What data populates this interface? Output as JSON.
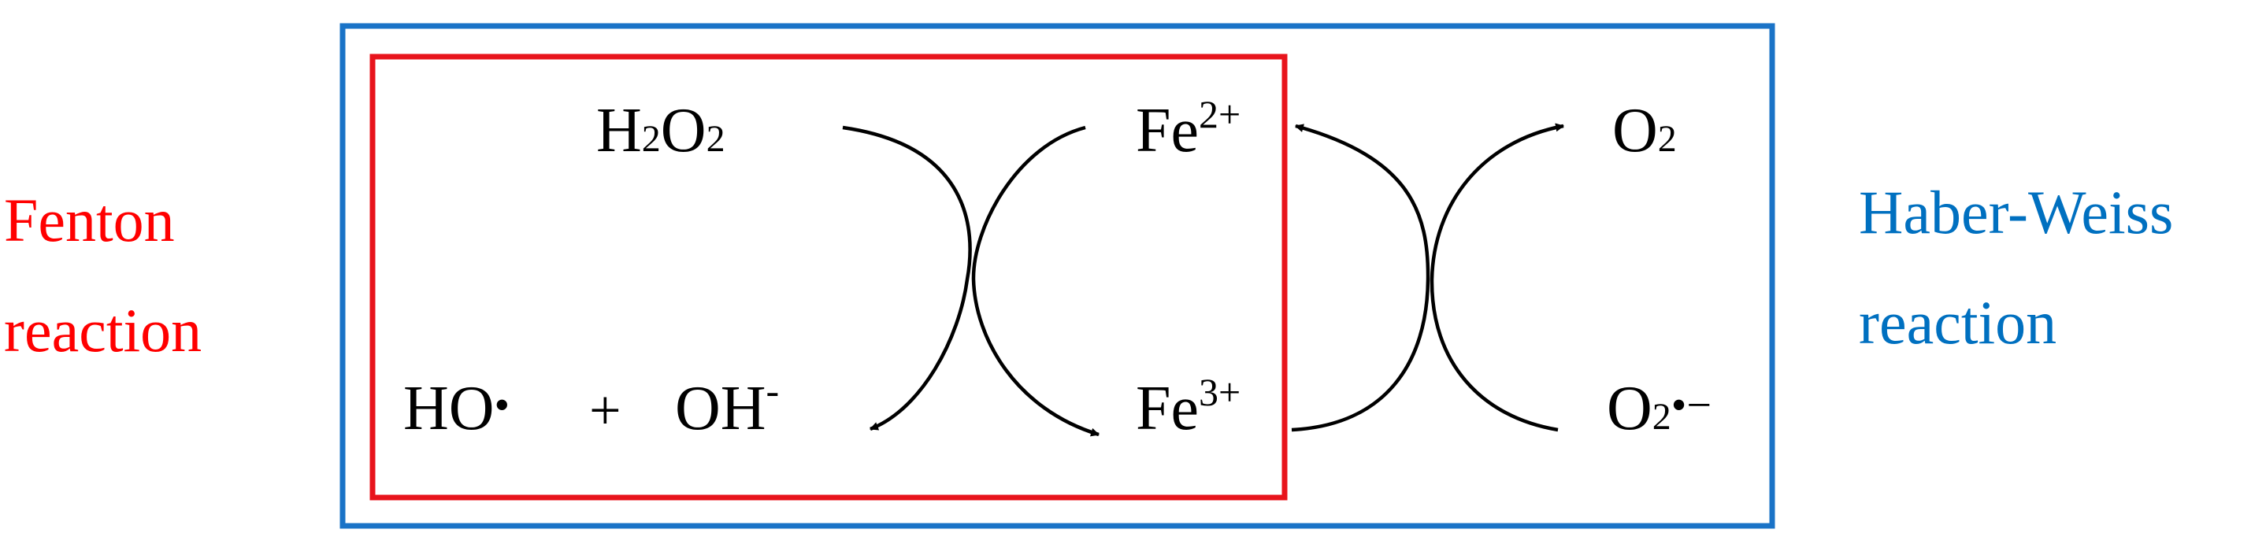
{
  "labels": {
    "fenton": [
      "Fenton",
      "reaction"
    ],
    "haber_weiss": [
      "Haber-Weiss",
      "reaction"
    ]
  },
  "species": {
    "h2o2": {
      "base1": "H",
      "sub1": "2",
      "base2": "O",
      "sub2": "2"
    },
    "fe2": {
      "base": "Fe",
      "sup": "2+"
    },
    "o2": {
      "base": "O",
      "sub": "2"
    },
    "ho": {
      "base": "HO",
      "dot": "•"
    },
    "plus": "+",
    "oh": {
      "base": "OH",
      "sup": "-"
    },
    "fe3": {
      "base": "Fe",
      "sup": "3+"
    },
    "o2_radical": {
      "base": "O",
      "sub": "2",
      "charge": "•−"
    }
  },
  "colors": {
    "fenton": "#ff0000",
    "haber_weiss": "#0070c0",
    "fenton_box": "#e8141c",
    "haber_weiss_box": "#1a73c7",
    "arrows": "#000000",
    "text": "#000000"
  }
}
